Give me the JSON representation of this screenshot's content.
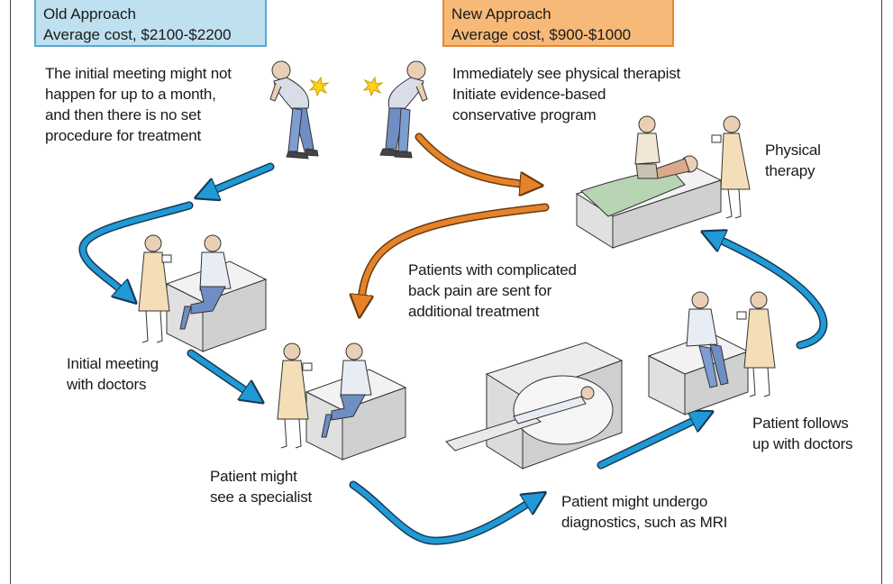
{
  "old_approach": {
    "title": "Old Approach",
    "cost": "Average cost, $2100-$2200"
  },
  "new_approach": {
    "title": "New Approach",
    "cost": "Average cost, $900-$1000"
  },
  "captions": {
    "initial_delay": "The initial meeting might not\nhappen for up to a month,\nand then there is  no set\nprocedure for treatment",
    "see_pt": "Immediately see physical therapist\nInitiate evidence-based\nconservative program",
    "physical_therapy": "Physical\ntherapy",
    "complicated": "Patients with complicated\nback pain are sent for\nadditional treatment",
    "initial_meeting": "Initial meeting\nwith doctors",
    "specialist": "Patient might\nsee a specialist",
    "diagnostics": "Patient might undergo\ndiagnostics, such as MRI",
    "follows_up": "Patient follows\nup with doctors"
  },
  "colors": {
    "old_arrow": "#1f9ad6",
    "new_arrow": "#e5832a",
    "old_box": "#bfe0ef",
    "new_box": "#f7b978"
  }
}
